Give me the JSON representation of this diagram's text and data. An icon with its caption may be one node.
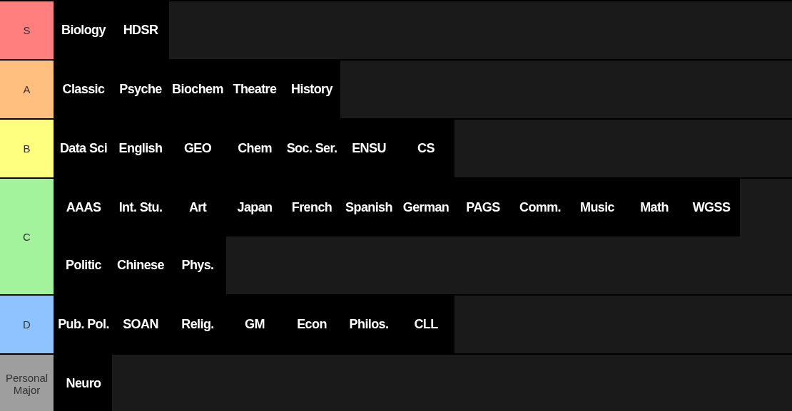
{
  "diagram": {
    "nodes": [
      {
        "text": [
          "S"
        ]
      },
      {
        "text": [
          "Biology"
        ],
        "in": 0
      },
      {
        "text": [
          "HDSR"
        ],
        "in": 0
      },
      {
        "text": [
          "A"
        ]
      },
      {
        "text": [
          "Classic"
        ],
        "in": 3
      },
      {
        "text": [
          "Psyche"
        ],
        "in": 3
      },
      {
        "text": [
          "Biochem"
        ],
        "in": 3
      },
      {
        "text": [
          "Theatre"
        ],
        "in": 3
      },
      {
        "text": [
          "History"
        ],
        "in": 3
      },
      {
        "text": [
          "B"
        ]
      },
      {
        "text": [
          "Data Sci"
        ],
        "in": 9
      },
      {
        "text": [
          "English"
        ],
        "in": 9
      },
      {
        "text": [
          "GEO"
        ],
        "in": 9
      },
      {
        "text": [
          "Chem"
        ],
        "in": 9
      },
      {
        "text": [
          "Soc. Ser."
        ],
        "in": 9
      },
      {
        "text": [
          "ENSU"
        ],
        "in": 9
      },
      {
        "text": [
          "CS"
        ],
        "in": 9
      },
      {
        "text": [
          "C"
        ]
      },
      {
        "text": [
          "AAAS"
        ],
        "in": 17
      },
      {
        "text": [
          "Int. Stu."
        ],
        "in": 17
      },
      {
        "text": [
          "Art"
        ],
        "in": 17
      },
      {
        "text": [
          "Japan"
        ],
        "in": 17
      },
      {
        "text": [
          "French"
        ],
        "in": 17
      },
      {
        "text": [
          "Spanish"
        ],
        "in": 17
      },
      {
        "text": [
          "German"
        ],
        "in": 17
      },
      {
        "text": [
          "PAGS"
        ],
        "in": 17
      },
      {
        "text": [
          "Comm."
        ],
        "in": 17
      },
      {
        "text": [
          "Music"
        ],
        "in": 17
      },
      {
        "text": [
          "Math"
        ],
        "in": 17
      },
      {
        "text": [
          "WGSS"
        ],
        "in": 17
      },
      {
        "text": [
          "Politic"
        ],
        "in": 17
      },
      {
        "text": [
          "Chinese"
        ],
        "in": 17
      },
      {
        "text": [
          "Phys."
        ],
        "in": 17
      },
      {
        "text": [
          "D"
        ]
      },
      {
        "text": [
          "Pub. Pol."
        ],
        "in": 33
      },
      {
        "text": [
          "SOAN"
        ],
        "in": 33
      },
      {
        "text": [
          "Relig."
        ],
        "in": 33
      },
      {
        "text": [
          "GM"
        ],
        "in": 33
      },
      {
        "text": [
          "Econ"
        ],
        "in": 33
      },
      {
        "text": [
          "Philos."
        ],
        "in": 33
      },
      {
        "text": [
          "CLL"
        ],
        "in": 33
      },
      {
        "text": [
          "Personal Major"
        ]
      },
      {
        "text": [
          "Neuro"
        ],
        "in": 41
      }
    ]
  }
}
